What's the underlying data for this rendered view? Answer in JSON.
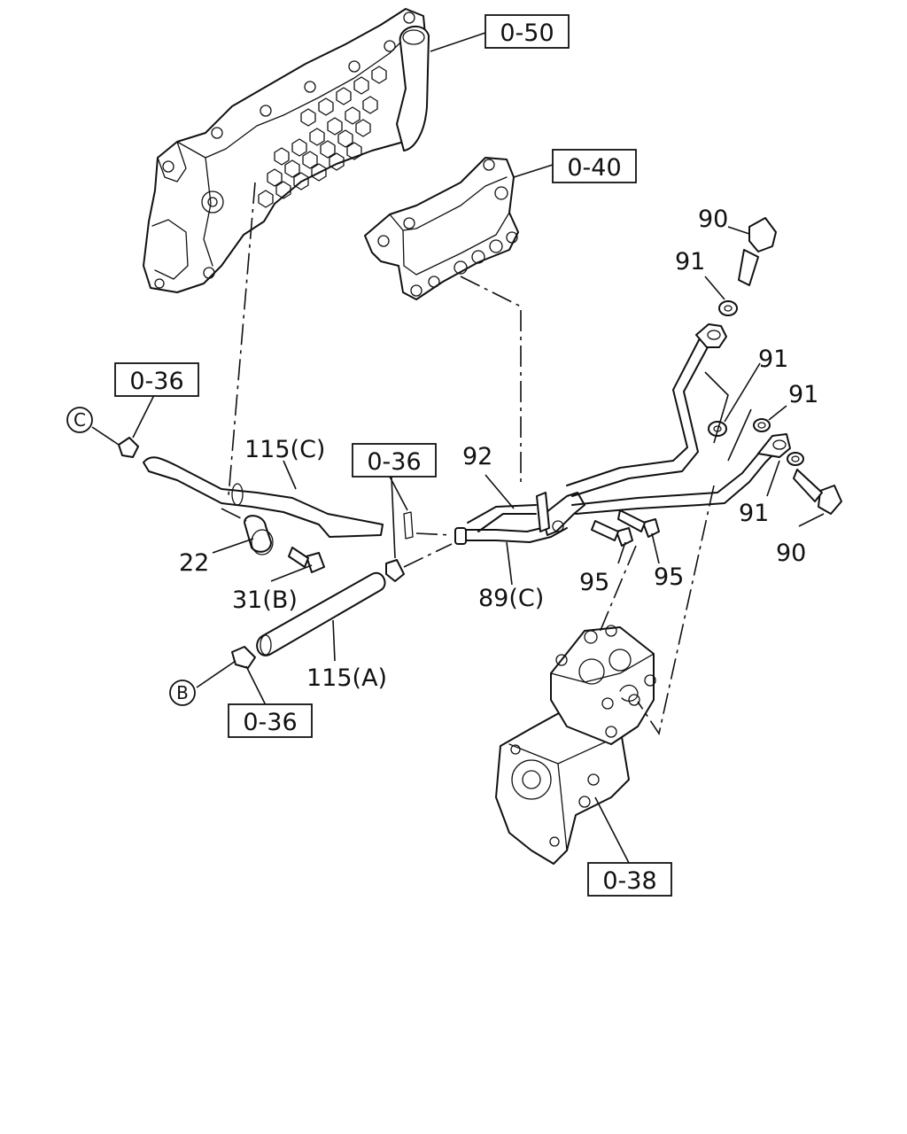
{
  "references": {
    "r050": "0-50",
    "r040": "0-40",
    "r036_left": "0-36",
    "r036_mid": "0-36",
    "r036_bottom": "0-36",
    "r038": "0-38"
  },
  "callouts": {
    "c90_top": "90",
    "c91_top": "91",
    "c91_mid": "91",
    "c91_right": "91",
    "c91_low": "91",
    "c90_bottom": "90",
    "c115c": "115(C)",
    "c92": "92",
    "c22": "22",
    "c31b": "31(B)",
    "c95_left": "95",
    "c95_right": "95",
    "c89c": "89(C)",
    "c115a": "115(A)"
  },
  "connectors": {
    "c": "C",
    "b": "B"
  }
}
